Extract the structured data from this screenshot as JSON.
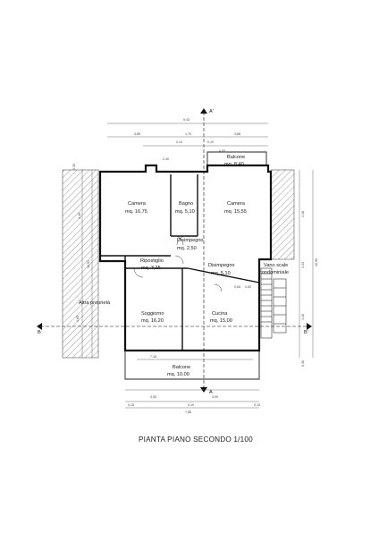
{
  "title": "PIANTA PIANO SECONDO 1/100",
  "section_markers": {
    "a_top": "A'",
    "a_bottom": "A",
    "b_left": "B",
    "b_right": "B'"
  },
  "rooms": [
    {
      "name": "Camera",
      "area": "mq. 16,75"
    },
    {
      "name": "Bagno",
      "area": "mq. 5,10"
    },
    {
      "name": "Camera",
      "area": "mq. 15,55"
    },
    {
      "name": "Balcone",
      "area": "mq. 8,40"
    },
    {
      "name": "Disimpegno",
      "area": "mq. 2,50"
    },
    {
      "name": "Ripostiglio",
      "area": "mq. 3,25"
    },
    {
      "name": "Disimpegno",
      "area": "mq. 5,10"
    },
    {
      "name": "Soggiorno",
      "area": "mq. 16,20"
    },
    {
      "name": "Cucina",
      "area": "mq. 15,00"
    },
    {
      "name": "Balcone",
      "area": "mq. 10,00"
    }
  ],
  "labels": {
    "altra_proprieta": "Altra proprietà",
    "vano_scale_1": "Vano scale",
    "vano_scale_2": "condominiale"
  },
  "dimensions": {
    "top_total": "9,43",
    "top_1": "3,85",
    "top_2": "1,70",
    "top_3": "3,88",
    "top_4": "0,10",
    "top_5": "0,10",
    "top_6": "4,05",
    "top_7": "2,40",
    "bottom_total": "7,85",
    "bottom_1": "3,50",
    "bottom_2": "3,90",
    "bottom_3": "0,15",
    "bottom_4": "0,15",
    "bottom_5": "0,10",
    "bottom_6": "7,18",
    "right_1": "4,48",
    "right_2": "1,33",
    "right_3": "4,10",
    "right_4": "10,50",
    "right_5": "0,30",
    "left_1": "0,30",
    "left_2": "4,40",
    "left_3": "10,51",
    "left_4": "4,65",
    "door_1": "0,60",
    "door_2": "0,60"
  }
}
